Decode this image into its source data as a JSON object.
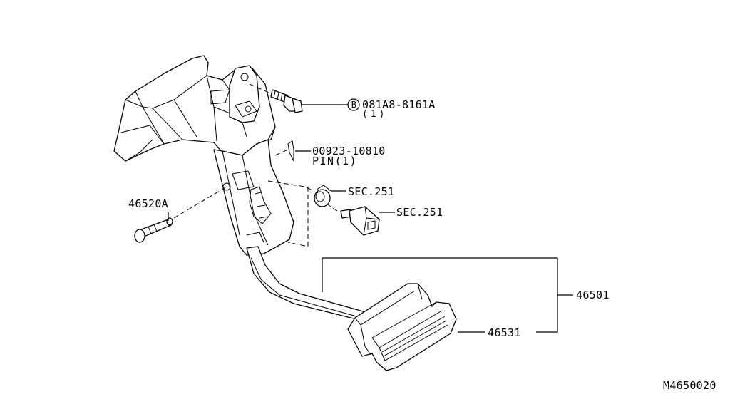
{
  "callouts": {
    "bolt_bracket": {
      "marker": "B",
      "part_no": "081A8-8161A",
      "qty": "(1)"
    },
    "pin": {
      "part_no": "00923-10810",
      "sub": "PIN(1)"
    },
    "sec_upper": {
      "text": "SEC.251"
    },
    "sec_lower": {
      "text": "SEC.251"
    },
    "bolt_pivot": {
      "part_no": "46520A"
    },
    "pedal_assembly": {
      "part_no": "46501"
    },
    "pedal_pad": {
      "part_no": "46531"
    }
  },
  "diagram_code": "M4650020"
}
